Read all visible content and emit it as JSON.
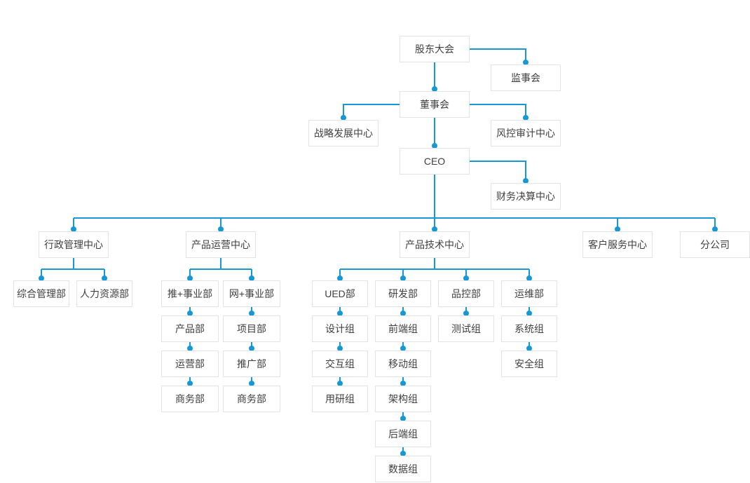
{
  "colors": {
    "accent": "#1598d4",
    "box_border": "#e3e3e3",
    "box_bg": "#ffffff",
    "text": "#404040",
    "background": "#ffffff"
  },
  "nodes": {
    "shareholders": "股东大会",
    "supervisory": "监事会",
    "board": "董事会",
    "strategy": "战略发展中心",
    "risk": "风控审计中心",
    "ceo": "CEO",
    "finance": "财务决算中心",
    "admin_center": "行政管理中心",
    "ops_center": "产品运营中心",
    "tech_center": "产品技术中心",
    "service_center": "客户服务中心",
    "branch_company": "分公司",
    "general_admin": "综合管理部",
    "hr": "人力资源部",
    "tui_division": "推+事业部",
    "wang_division": "网+事业部",
    "product_dept": "产品部",
    "operation_dept": "运营部",
    "business_dept_tui": "商务部",
    "project_dept": "项目部",
    "promotion_dept": "推广部",
    "business_dept_wang": "商务部",
    "ued_dept": "UED部",
    "rnd_dept": "研发部",
    "qc_dept": "品控部",
    "om_dept": "运维部",
    "design_group": "设计组",
    "interaction_group": "交互组",
    "research_group": "用研组",
    "frontend_group": "前端组",
    "mobile_group": "移动组",
    "architecture_group": "架构组",
    "backend_group": "后端组",
    "data_group": "数据组",
    "test_group": "测试组",
    "system_group": "系统组",
    "security_group": "安全组"
  },
  "edges_as_drawn": [
    [
      "shareholders",
      "supervisory"
    ],
    [
      "shareholders",
      "board"
    ],
    [
      "board",
      "strategy"
    ],
    [
      "board",
      "risk"
    ],
    [
      "board",
      "ceo"
    ],
    [
      "ceo",
      "finance"
    ],
    [
      "ceo",
      "admin_center"
    ],
    [
      "ceo",
      "ops_center"
    ],
    [
      "ceo",
      "tech_center"
    ],
    [
      "ceo",
      "service_center"
    ],
    [
      "ceo",
      "branch_company"
    ],
    [
      "admin_center",
      "general_admin"
    ],
    [
      "admin_center",
      "hr"
    ],
    [
      "ops_center",
      "tui_division"
    ],
    [
      "ops_center",
      "wang_division"
    ],
    [
      "tui_division",
      "product_dept"
    ],
    [
      "product_dept",
      "operation_dept"
    ],
    [
      "operation_dept",
      "business_dept_tui"
    ],
    [
      "wang_division",
      "project_dept"
    ],
    [
      "project_dept",
      "promotion_dept"
    ],
    [
      "promotion_dept",
      "business_dept_wang"
    ],
    [
      "tech_center",
      "ued_dept"
    ],
    [
      "tech_center",
      "rnd_dept"
    ],
    [
      "tech_center",
      "qc_dept"
    ],
    [
      "tech_center",
      "om_dept"
    ],
    [
      "ued_dept",
      "design_group"
    ],
    [
      "design_group",
      "interaction_group"
    ],
    [
      "interaction_group",
      "research_group"
    ],
    [
      "rnd_dept",
      "frontend_group"
    ],
    [
      "frontend_group",
      "mobile_group"
    ],
    [
      "mobile_group",
      "architecture_group"
    ],
    [
      "architecture_group",
      "backend_group"
    ],
    [
      "backend_group",
      "data_group"
    ],
    [
      "qc_dept",
      "test_group"
    ],
    [
      "om_dept",
      "system_group"
    ],
    [
      "system_group",
      "security_group"
    ]
  ]
}
